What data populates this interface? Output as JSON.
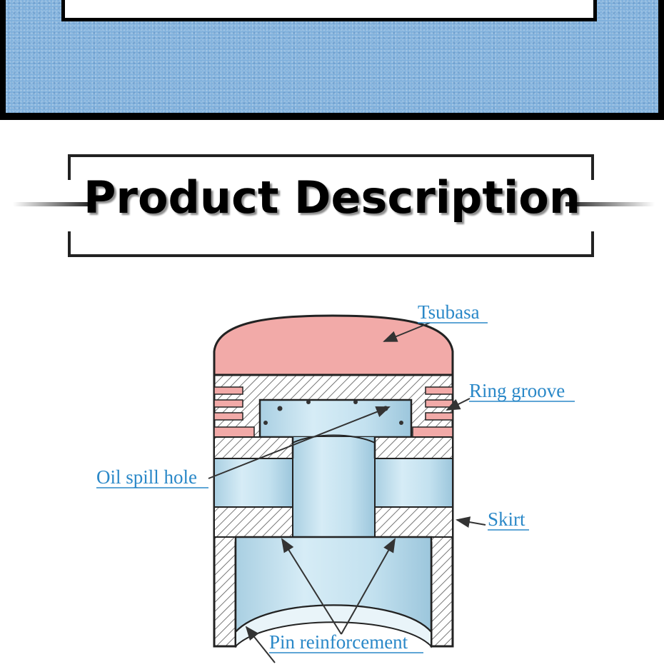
{
  "heading": "Product Description",
  "diagram": {
    "labels": {
      "tsubasa": "Tsubasa",
      "ring_groove": "Ring groove",
      "oil_spill_hole": "Oil spill hole",
      "skirt": "Skirt",
      "pin_reinforcement": "Pin reinforcement"
    }
  },
  "colors": {
    "banner_blue": "#7fb0dc",
    "piston_top": "#f2aaa8",
    "piston_body": "#c9e4f1",
    "label_blue": "#2a88c8"
  }
}
